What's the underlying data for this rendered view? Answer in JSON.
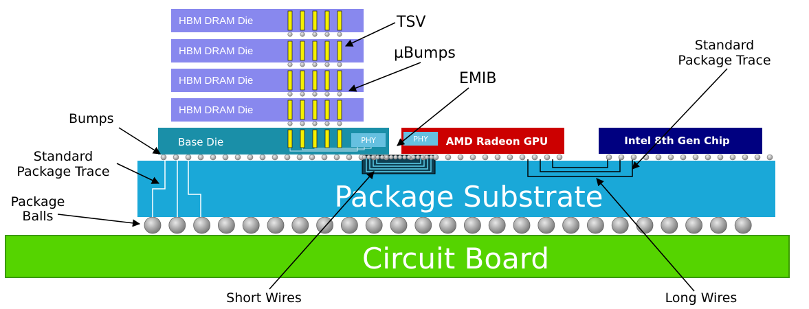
{
  "colors": {
    "hbm": "#8888ee",
    "base_die": "#1a8fa8",
    "substrate": "#1aa8d8",
    "gpu": "#cc0000",
    "intel": "#000080",
    "board": "#55d400",
    "board_border": "#3a9a00",
    "tsv": "#f5f000",
    "phy": "#66c0e0"
  },
  "hbm_dies": [
    "HBM DRAM Die",
    "HBM DRAM Die",
    "HBM DRAM Die",
    "HBM DRAM Die"
  ],
  "base_die": {
    "label": "Base Die",
    "phy": "PHY"
  },
  "gpu": {
    "label": "AMD Radeon GPU",
    "phy": "PHY"
  },
  "intel": {
    "label": "Intel 8th Gen Chip"
  },
  "substrate": {
    "label": "Package Substrate"
  },
  "board": {
    "label": "Circuit Board"
  },
  "callouts": {
    "tsv": "TSV",
    "ubumps": "µBumps",
    "emib": "EMIB",
    "std_trace_right_1": "Standard",
    "std_trace_right_2": "Package Trace",
    "bumps": "Bumps",
    "std_trace_left_1": "Standard",
    "std_trace_left_2": "Package Trace",
    "package_balls_1": "Package",
    "package_balls_2": "Balls",
    "short_wires": "Short Wires",
    "long_wires": "Long Wires"
  }
}
